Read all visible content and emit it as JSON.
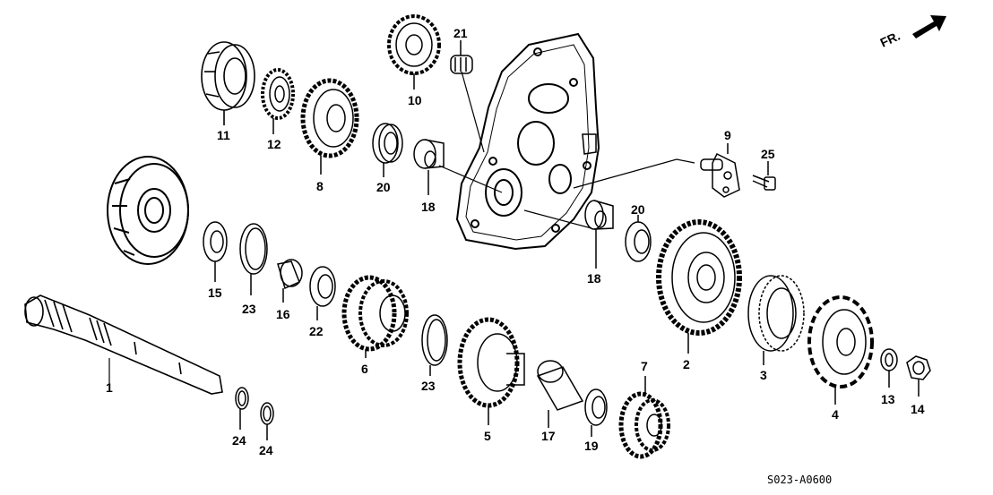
{
  "diagram_code": "S023-A0600",
  "direction_marker": "FR.",
  "callouts": [
    "1",
    "2",
    "3",
    "4",
    "5",
    "6",
    "7",
    "8",
    "9",
    "10",
    "11",
    "12",
    "13",
    "14",
    "15",
    "16",
    "17",
    "18",
    "18",
    "19",
    "20",
    "20",
    "21",
    "22",
    "23",
    "23",
    "24",
    "24",
    "25"
  ],
  "colors": {
    "ink": "#000000",
    "paper": "#ffffff"
  }
}
